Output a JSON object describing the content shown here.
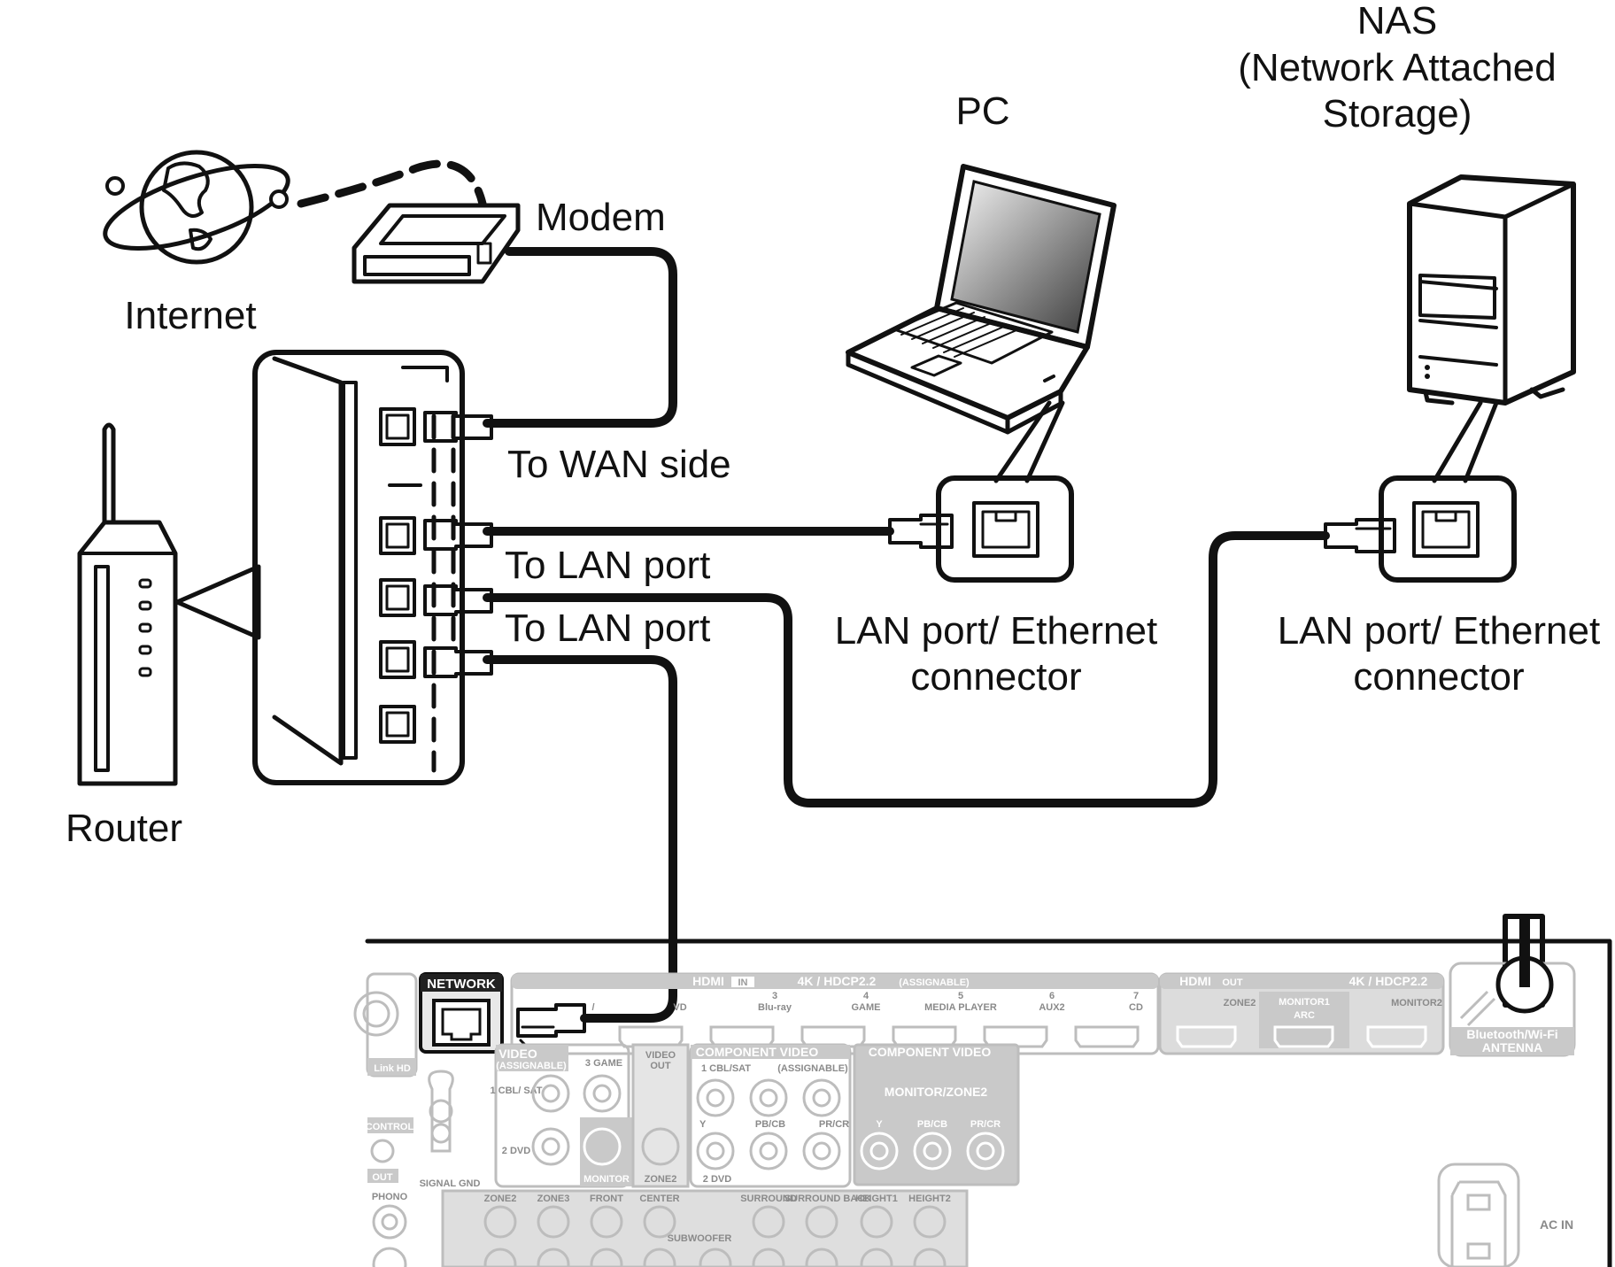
{
  "labels": {
    "nas_title": "NAS",
    "nas_sub1": "(Network Attached",
    "nas_sub2": "Storage)",
    "pc": "PC",
    "modem": "Modem",
    "internet": "Internet",
    "router": "Router",
    "to_wan": "To WAN side",
    "to_lan_1": "To LAN port",
    "to_lan_2": "To LAN port",
    "pc_port_line1": "LAN port/ Ethernet",
    "pc_port_line2": "connector",
    "nas_port_line1": "LAN port/ Ethernet",
    "nas_port_line2": "connector"
  },
  "receiver_panel": {
    "network": "NETWORK",
    "hdmi_in": "HDMI",
    "in_badge": "IN",
    "out_badge": "OUT",
    "hdcp_in": "4K / HDCP2.2",
    "assignable": "(ASSIGNABLE)",
    "hdmi_inputs": [
      {
        "num": "",
        "name": "/"
      },
      {
        "num": "",
        "name": "VD"
      },
      {
        "num": "3",
        "name": "Blu-ray"
      },
      {
        "num": "4",
        "name": "GAME"
      },
      {
        "num": "5",
        "name": "MEDIA PLAYER"
      },
      {
        "num": "6",
        "name": "AUX2"
      },
      {
        "num": "7",
        "name": "CD"
      }
    ],
    "hdmi_out": "HDMI",
    "hdcp_out": "4K / HDCP2.2",
    "zone2": "ZONE2",
    "monitor1_arc": "MONITOR1",
    "arc": "ARC",
    "monitor2": "MONITOR2",
    "antenna": "Bluetooth/Wi-Fi",
    "antenna2": "ANTENNA",
    "link_hd": "Link HD",
    "control": "CONTROL",
    "out": "OUT",
    "signal_gnd": "SIGNAL GND",
    "phono": "PHONO",
    "video_in": "VIDEO",
    "video_assignable": "(ASSIGNABLE)",
    "video_cbl": "1 CBL/ SAT",
    "video_dvd": "2 DVD",
    "video_game": "3 GAME",
    "video_out": "VIDEO",
    "monitor": "MONITOR",
    "zone2_v": "ZONE2",
    "component_in": "COMPONENT VIDEO",
    "component_cbl": "1 CBL/SAT",
    "component_dvd": "2 DVD",
    "comp_y": "Y",
    "comp_pb": "PB/CB",
    "comp_pr": "PR/CR",
    "component_out": "COMPONENT VIDEO",
    "monitor_zone2": "MONITOR/ZONE2",
    "ac_in": "AC IN",
    "audio_headers": [
      "ZONE2",
      "ZONE3",
      "FRONT",
      "CENTER",
      "SURROUND",
      "SURROUND BACK",
      "HEIGHT1",
      "HEIGHT2"
    ],
    "subwoofer": "SUBWOOFER"
  }
}
